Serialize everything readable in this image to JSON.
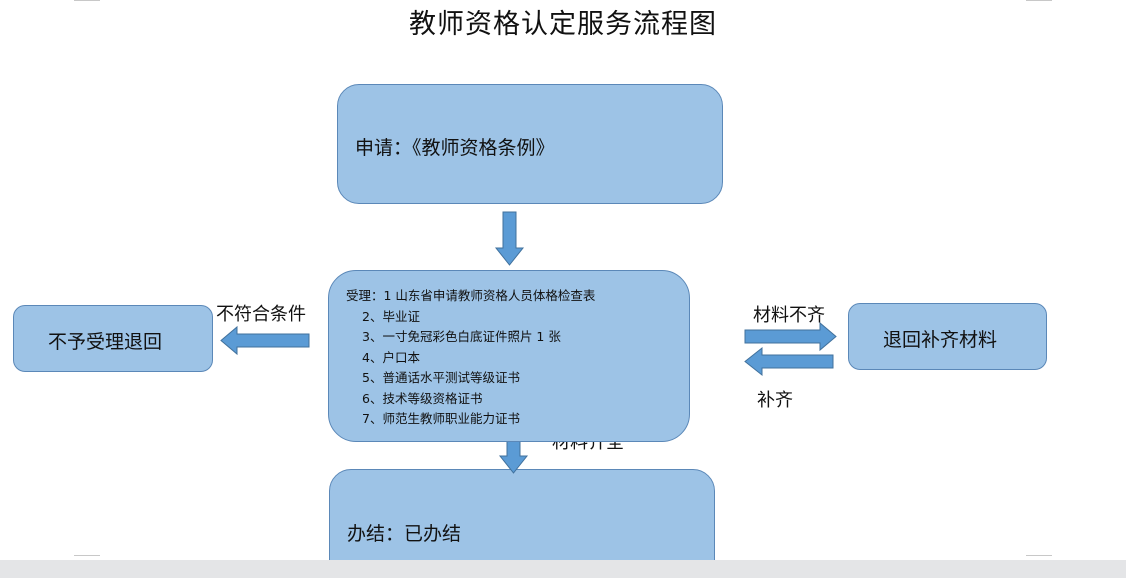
{
  "title": "教师资格认定服务流程图",
  "apply_box": {
    "label": "申请：《教师资格条例》"
  },
  "accept_box": {
    "lines": [
      "受理：1 山东省申请教师资格人员体格检查表",
      "2、毕业证",
      "3、一寸免冠彩色白底证件照片 1 张",
      "4、户口本",
      "5、普通话水平测试等级证书",
      "6、技术等级资格证书",
      "7、师范生教师职业能力证书"
    ]
  },
  "reject_box": {
    "label": "不予受理退回"
  },
  "return_box": {
    "label": "退回补齐材料"
  },
  "finish_box": {
    "label": "办结：已办结"
  },
  "edges": {
    "not_qualified": "不符合条件",
    "materials_incomplete": "材料不齐",
    "supplement": "补齐",
    "materials_complete": "材料齐全"
  },
  "colors": {
    "box_fill": "#9dc3e6",
    "box_border": "#5b88b8",
    "arrow": "#5b9bd5"
  }
}
